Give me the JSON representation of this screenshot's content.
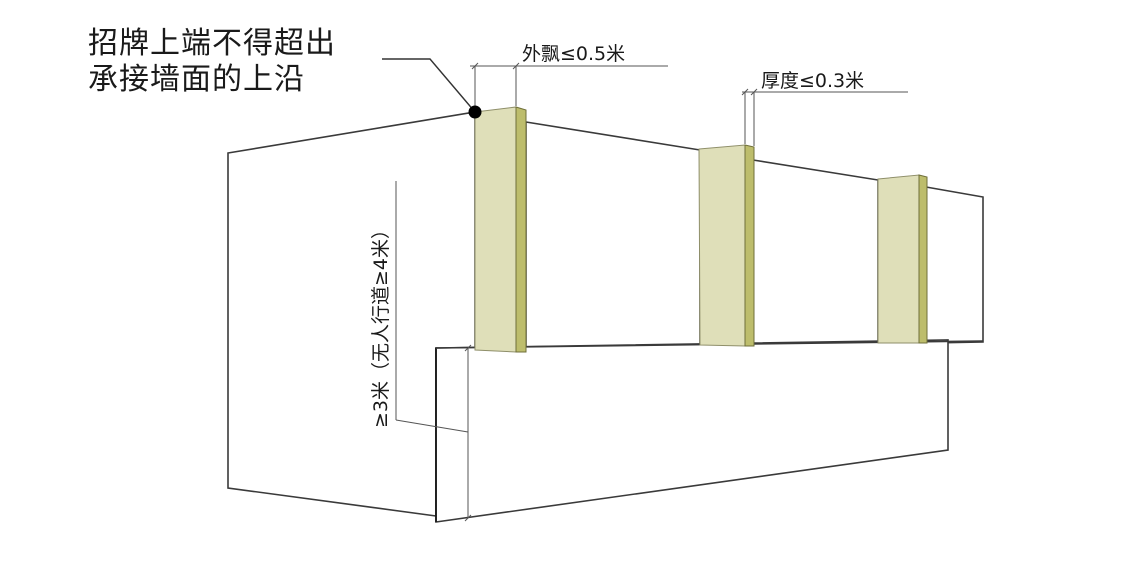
{
  "diagram": {
    "type": "signboard-installation-spec",
    "callout": {
      "line1": "招牌上端不得超出",
      "line2": "承接墙面的上沿"
    },
    "dimensions": {
      "overhang": "外飘≤0.5米",
      "thickness": "厚度≤0.3米",
      "clear_height": "≥3米（无人行道≥4米）"
    },
    "colors": {
      "sign_front": "#dfdfb9",
      "sign_side": "#bdbd6c",
      "outline": "#3a3a3a",
      "dim_line": "#555555",
      "marker": "#000000",
      "background": "#ffffff"
    },
    "elements": [
      {
        "name": "building-upper-wall",
        "kind": "wall"
      },
      {
        "name": "building-lower-wall",
        "kind": "wall"
      },
      {
        "name": "signboard-1",
        "kind": "sign-panel"
      },
      {
        "name": "signboard-2",
        "kind": "sign-panel"
      },
      {
        "name": "signboard-3",
        "kind": "sign-panel"
      },
      {
        "name": "top-edge-marker",
        "kind": "point"
      }
    ]
  }
}
